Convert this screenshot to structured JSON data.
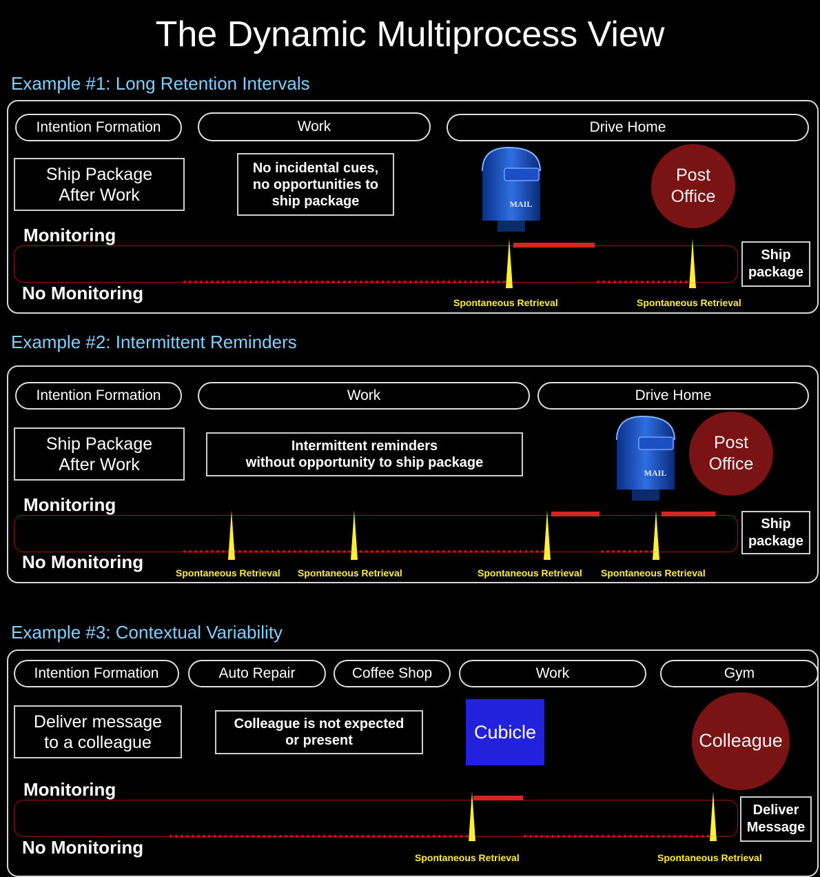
{
  "title": "The Dynamic Multiprocess View",
  "labels": {
    "monitoring": "Monitoring",
    "no_monitoring": "No Monitoring",
    "spontaneous": "Spontaneous Retrieval",
    "mail": "MAIL"
  },
  "ex1": {
    "heading": "Example #1: Long Retention Intervals",
    "phases": [
      "Intention Formation",
      "Work",
      "Drive Home"
    ],
    "intention": "Ship Package\nAfter Work",
    "note": "No incidental cues,\nno opportunities to\nship package",
    "circle": "Post\nOffice",
    "result": "Ship\npackage"
  },
  "ex2": {
    "heading": "Example #2: Intermittent Reminders",
    "phases": [
      "Intention Formation",
      "Work",
      "Drive Home"
    ],
    "intention": "Ship Package\nAfter Work",
    "note": "Intermittent reminders\nwithout opportunity to ship package",
    "circle": "Post\nOffice",
    "result": "Ship\npackage"
  },
  "ex3": {
    "heading": "Example #3: Contextual Variability",
    "phases": [
      "Intention Formation",
      "Auto Repair",
      "Coffee Shop",
      "Work",
      "Gym"
    ],
    "intention": "Deliver message\nto a colleague",
    "note": "Colleague is not expected\nor present",
    "cubicle": "Cubicle",
    "circle": "Colleague",
    "result": "Deliver\nMessage"
  },
  "colors": {
    "heading": "#7fd0ff",
    "spike": "#ffee33",
    "monitor_bar": "#dd2222",
    "circle": "#7a1313",
    "cubicle": "#2222dd"
  }
}
